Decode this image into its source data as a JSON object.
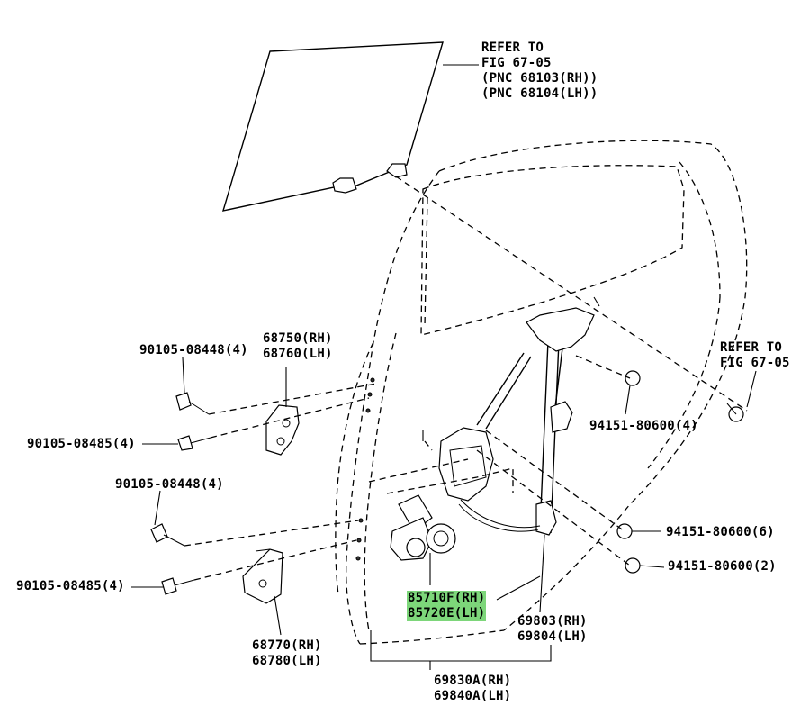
{
  "labels": {
    "refer_glass": [
      "REFER TO",
      "FIG 67-05",
      "(PNC 68103(RH))",
      "(PNC 68104(LH))"
    ],
    "refer_right": [
      "REFER TO",
      "FIG 67-05"
    ],
    "bolt_upper_1": "90105-08448(4)",
    "bolt_upper_2": "90105-08485(4)",
    "bolt_lower_1": "90105-08448(4)",
    "bolt_lower_2": "90105-08485(4)",
    "hinge_upper": [
      "68750(RH)",
      "68760(LH)"
    ],
    "hinge_lower": [
      "68770(RH)",
      "68780(LH)"
    ],
    "nut_1": "94151-80600(4)",
    "nut_2": "94151-80600(6)",
    "nut_3": "94151-80600(2)",
    "motor": [
      "85710F(RH)",
      "85720E(LH)"
    ],
    "regulator": [
      "69803(RH)",
      "69804(LH)"
    ],
    "assembly": [
      "69830A(RH)",
      "69840A(LH)"
    ]
  },
  "colors": {
    "line": "#000000",
    "highlight": "#7dd67a",
    "background": "#ffffff"
  }
}
